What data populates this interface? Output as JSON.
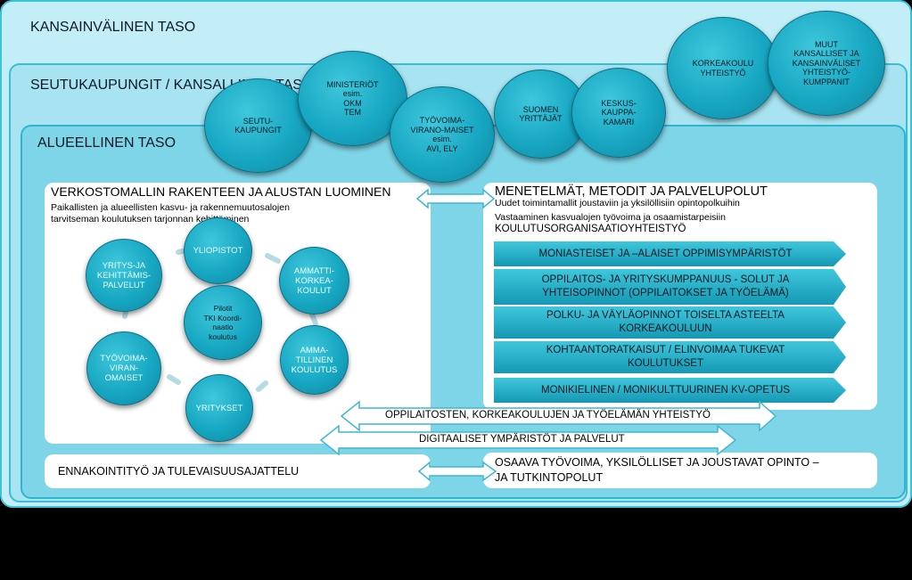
{
  "levels": {
    "international": "KANSAINVÄLINEN TASO",
    "national": "SEUTUKAUPUNGIT / KANSALLINEN TASO",
    "regional": "ALUEELLINEN TASO"
  },
  "top_bubbles": [
    {
      "label": "SEUTU-\nKAUPUNGIT"
    },
    {
      "label": "MINISTERIÖT\nesim.\nOKM\nTEM"
    },
    {
      "label": "TYÖVOIMA-\nVIRANO-MAISET\nesim.\nAVI, ELY"
    },
    {
      "label": "SUOMEN\nYRITTÄJÄT"
    },
    {
      "label": "KESKUS-\nKAUPPA-\nKAMARI"
    },
    {
      "label": "KORKEAKOULU\nYHTEISTYÖ"
    },
    {
      "label": "MUUT\nKANSALLISET JA\nKANSAINVÄLISET\nYHTEISTYÖ-\nKUMPPANIT"
    }
  ],
  "left_panel": {
    "title": "VERKOSTOMALLIN RAKENTEEN JA ALUSTAN LUOMINEN",
    "subtitle": "Paikallisten ja alueellisten kasvu- ja rakennemuutosalojen tarvitseman koulutuksen tarjonnan kehittäminen",
    "center": "Pilotit\nTKI Koordi-\nnaatio\nkoulutus",
    "ring": [
      {
        "label": "YLIOPISTOT"
      },
      {
        "label": "AMMATTI-\nKORKEA-\nKOULUT"
      },
      {
        "label": "AMMA-\nTILLINEN\nKOULUTUS"
      },
      {
        "label": "YRITYKSET"
      },
      {
        "label": "TYÖVOIMA-\nVIRAN-\nOMAISET"
      },
      {
        "label": "YRITYS-JA\nKEHITTÄMIS-\nPALVELUT"
      }
    ]
  },
  "right_panel": {
    "title": "MENETELMÄT, METODIT JA PALVELUPOLUT",
    "line1": "Uudet toimintamallit joustaviin ja yksilöllisiin opintopolkuihin",
    "line2": "Vastaaminen kasvualojen työvoima ja osaamistarpeisiin",
    "line3": "KOULUTUSORGANISAATIOYHTEISTYÖ",
    "bars": [
      {
        "label": "MONIASTEISET JA –ALAISET OPPIMISYMPÄRISTÖT"
      },
      {
        "label": "OPPILAITOS- JA YRITYSKUMPPANUUS - SOLUT JA\nYHTEISOPINNOT (OPPILAITOKSET JA TYÖELÄMÄ)"
      },
      {
        "label": "POLKU- JA VÄYLÄOPINNOT TOISELTA ASTEELTA\nKORKEAKOULUUN"
      },
      {
        "label": "KOHTAANTORATKAISUT / ELINVOIMAA TUKEVAT\nKOULUTUKSET"
      },
      {
        "label": "MONIKIELINEN / MONIKULTTUURINEN KV-OPETUS"
      }
    ]
  },
  "connectors": {
    "upper": "OPPILAITOSTEN, KORKEAKOULUJEN JA TYÖELÄMÄN YHTEISTYÖ",
    "lower": "DIGITAALISET YMPÄRISTÖT JA PALVELUT"
  },
  "bottom": {
    "left": "ENNAKOINTITYÖ JA TULEVAISUUSAJATTELU",
    "right": "OSAAVA TYÖVOIMA, YKSILÖLLISET JA JOUSTAVAT OPINTO –\nJA TUTKINTOPOLUT"
  },
  "colors": {
    "bubble": "#17a7c2",
    "accent": "#3cc3dc",
    "background": "#000000"
  }
}
